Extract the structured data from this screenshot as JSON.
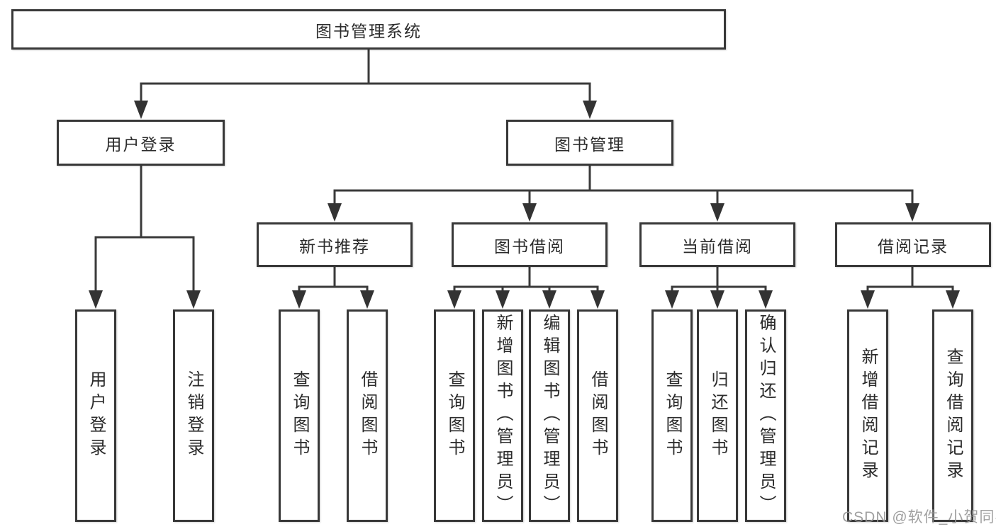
{
  "page": {
    "background": "#ffffff"
  },
  "diagram": {
    "root": {
      "label": "图书管理系统"
    },
    "level2": {
      "user_login": {
        "label": "用户登录"
      },
      "book_management": {
        "label": "图书管理"
      }
    },
    "level3": {
      "new_books": {
        "label": "新书推荐"
      },
      "book_borrowing": {
        "label": "图书借阅"
      },
      "current_borrowing": {
        "label": "当前借阅"
      },
      "borrowing_records": {
        "label": "借阅记录"
      }
    },
    "leaves": {
      "user_login": [
        "用户登录",
        "注销登录"
      ],
      "new_books": [
        "查询图书",
        "借阅图书"
      ],
      "book_borrowing": [
        "查询图书",
        "新增图书（管理员）",
        "编辑图书（管理员）",
        "借阅图书"
      ],
      "current_borrowing": [
        "查询图书",
        "归还图书",
        "确认归还（管理员）"
      ],
      "borrowing_records": [
        "新增借阅记录",
        "查询借阅记录"
      ]
    },
    "line_color": "#3a3a3a",
    "box_border_color": "#383838",
    "text_color": "#2b2b2b"
  },
  "watermark": {
    "text": "CSDN @软件_小贺同学",
    "color": "#969696"
  }
}
